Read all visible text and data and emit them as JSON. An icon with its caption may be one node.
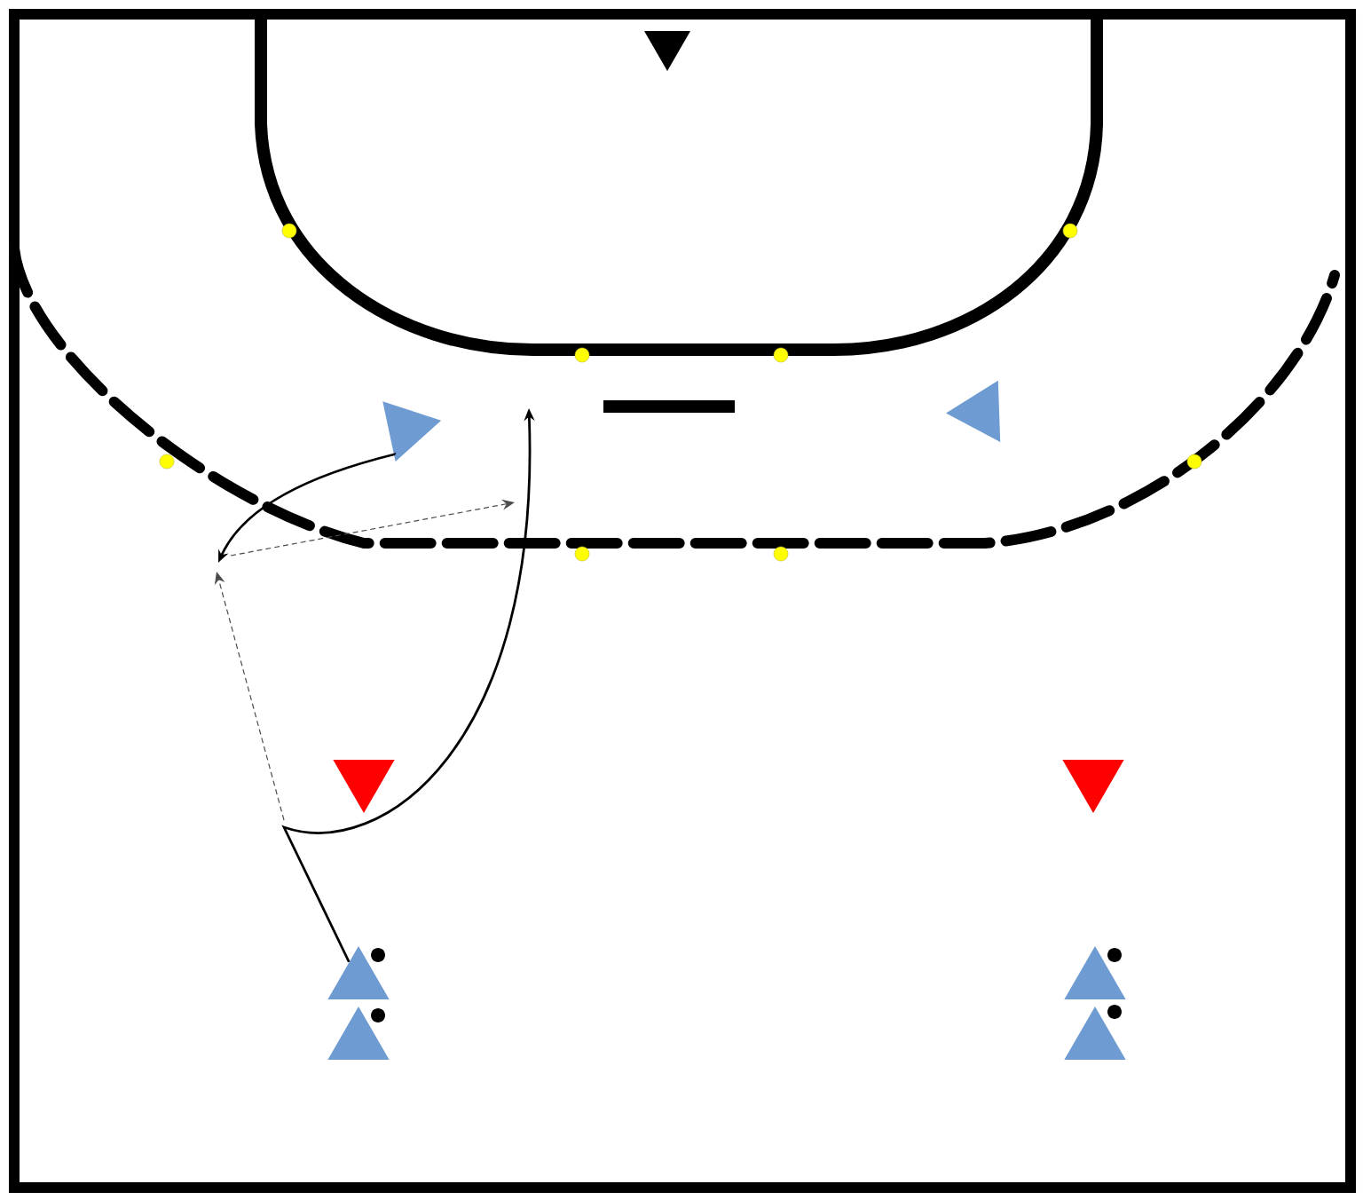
{
  "diagram": {
    "nodes": [
      {
        "text": [],
        "shape": "triangle"
      },
      {
        "text": [],
        "shape": "triangle"
      },
      {
        "text": [],
        "shape": "triangle"
      },
      {
        "text": [],
        "shape": "triangle"
      },
      {
        "text": [],
        "shape": "triangle"
      },
      {
        "text": [],
        "shape": "triangle"
      },
      {
        "text": [],
        "shape": "triangle"
      },
      {
        "text": [],
        "shape": "triangle"
      },
      {
        "text": [],
        "shape": "triangle"
      }
    ],
    "edges": [
      {
        "from": 5,
        "to": null,
        "arrow": "to"
      },
      {
        "from": 1,
        "to": null,
        "arrow": "to"
      }
    ]
  }
}
